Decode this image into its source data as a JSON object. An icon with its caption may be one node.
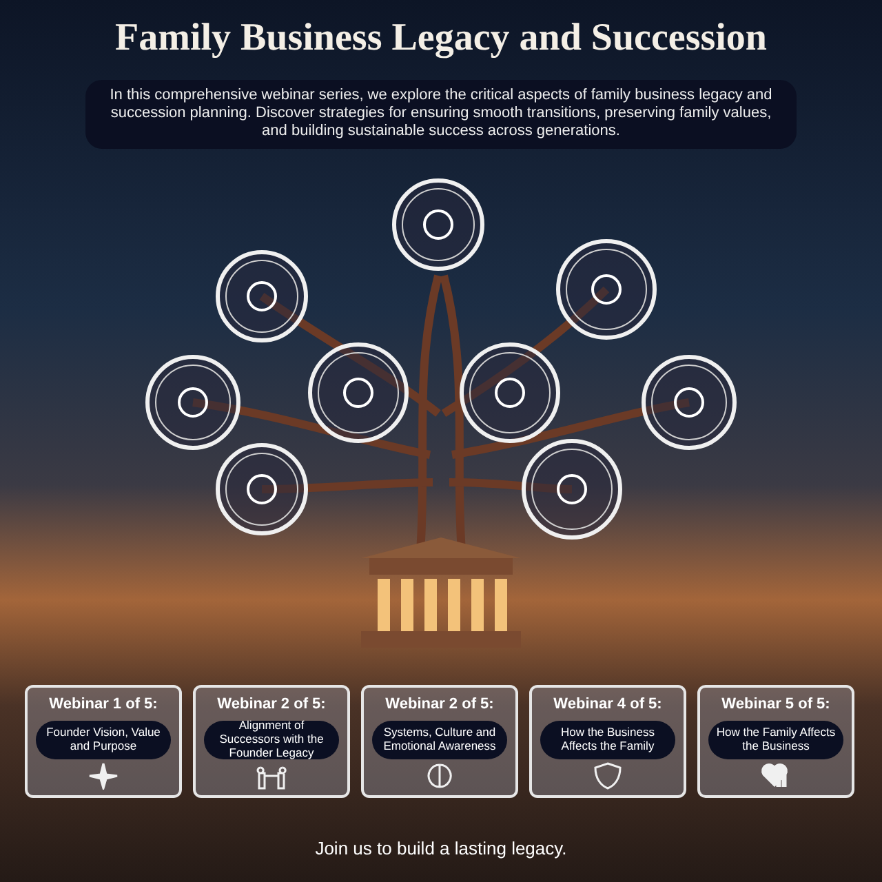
{
  "diagram": {
    "title": "Family Business Legacy and Succession",
    "caption": "Join us to build a lasting legacy.",
    "nodes": [
      {
        "text": [
          "In this comprehensive webinar series, we explore the critical aspects of family business legacy and succession planning. Discover strategies for ensuring smooth transitions, preserving family values, and building sustainable success across generations."
        ]
      },
      {
        "text": [
          "Webinar 1 of 5:"
        ]
      },
      {
        "text": [
          "Founder Vision, Value and Purpose"
        ],
        "in": 1
      },
      {
        "text": [
          "Webinar 2 of 5:"
        ]
      },
      {
        "text": [
          "Alignment of Successors with the Founder Legacy"
        ],
        "in": 3
      },
      {
        "text": [
          "Webinar 2 of 5:"
        ]
      },
      {
        "text": [
          "Systems, Culture and Emotional Awareness"
        ],
        "in": 5
      },
      {
        "text": [
          "Webinar 4 of 5:"
        ]
      },
      {
        "text": [
          "How the Business Affects the Family"
        ],
        "in": 7
      },
      {
        "text": [
          "Webinar 5 of 5:"
        ]
      },
      {
        "text": [
          "How the Family Affects the Business"
        ],
        "in": 9
      }
    ],
    "edges": []
  }
}
